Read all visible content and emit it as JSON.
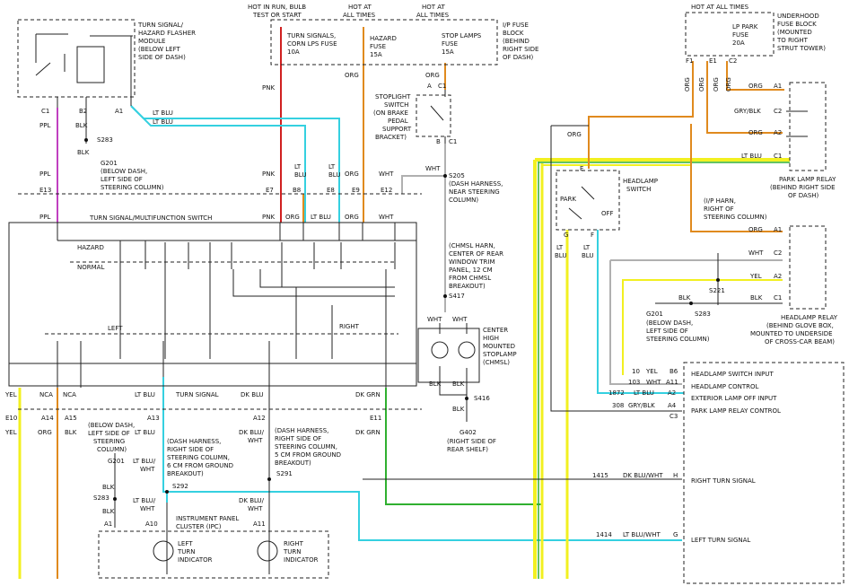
{
  "colors": {
    "ppl": "#c040c0",
    "pnk": "#d02020",
    "org": "#e08a1e",
    "ltblu": "#35d0e0",
    "yel": "#f2f020",
    "grn": "#30b030",
    "gry": "#b0b0b0",
    "wire": "#222222"
  },
  "flasher": {
    "title": [
      "TURN SIGNAL/",
      "HAZARD FLASHER",
      "MODULE",
      "(BELOW LEFT",
      "SIDE OF DASH)"
    ],
    "pins": [
      "C1",
      "B2",
      "A1"
    ]
  },
  "top_headers": [
    "HOT IN RUN, BULB",
    "TEST OR START",
    "HOT AT",
    "ALL TIMES",
    "HOT AT",
    "ALL TIMES"
  ],
  "ip_fuse": {
    "title": [
      "I/P FUSE",
      "BLOCK",
      "(BEHIND",
      "RIGHT SIDE",
      "OF DASH)"
    ],
    "fuses": [
      [
        "TURN SIGNALS,",
        "CORN LPS FUSE",
        "10A"
      ],
      [
        "HAZARD",
        "FUSE",
        "15A"
      ],
      [
        "STOP LAMPS",
        "FUSE",
        "15A"
      ]
    ]
  },
  "stoplight_switch": {
    "title": [
      "STOPLIGHT",
      "SWITCH",
      "(ON BRAKE",
      "PEDAL",
      "SUPPORT",
      "BRACKET)"
    ],
    "pins": [
      "A",
      "C1",
      "B",
      "C1"
    ]
  },
  "underhood": {
    "header": "HOT AT ALL TIMES",
    "title": [
      "UNDERHOOD",
      "FUSE BLOCK",
      "(MOUNTED",
      "TO RIGHT",
      "STRUT TOWER)"
    ],
    "fuse": [
      "LP PARK",
      "FUSE",
      "20A"
    ],
    "pins": [
      "F1",
      "E1",
      "C2"
    ]
  },
  "wire_labels": {
    "ppl": "PPL",
    "blk": "BLK",
    "ltblu": "LT BLU",
    "ltblu2": [
      "LT",
      "BLU"
    ],
    "pnk": "PNK",
    "org": "ORG",
    "wht": "WHT",
    "yel": "YEL",
    "nca": "NCA",
    "dkblu": "DK BLU",
    "dkgrn": "DK GRN",
    "grybl": "GRY/BLK",
    "ltbluwht": [
      "LT BLU/",
      "WHT"
    ],
    "dkbluwht": [
      "DK BLU/",
      "WHT"
    ]
  },
  "splices": {
    "s283": "S283",
    "s205": "S205",
    "s417": "S417",
    "s416": "S416",
    "s221": "S221",
    "s292": "S292",
    "s291": "S291"
  },
  "grounds": {
    "g201": "G201",
    "g201_note": [
      "(BELOW DASH,",
      "LEFT SIDE OF",
      "STEERING COLUMN)"
    ],
    "g402": "G402",
    "g402_note": [
      "(RIGHT SIDE OF",
      "REAR SHELF)"
    ]
  },
  "s205_note": [
    "(DASH HARNESS,",
    "NEAR STEERING",
    "COLUMN)"
  ],
  "s417_note": [
    "(CHMSL HARN,",
    "CENTER OF REAR",
    "WINDOW TRIM",
    "PANEL, 12 CM",
    "FROM CHMSL",
    "BREAKOUT)"
  ],
  "chmsl": [
    "CENTER",
    "HIGH",
    "MOUNTED",
    "STOPLAMP",
    "(CHMSL)"
  ],
  "connectors_top": [
    "E13",
    "E7",
    "B8",
    "E8",
    "E9",
    "E12"
  ],
  "multifunction": {
    "title": "TURN SIGNAL/MULTIFUNCTION SWITCH",
    "hazard": "HAZARD",
    "normal": "NORMAL",
    "left": "LEFT",
    "right": "RIGHT",
    "turn_signal": "TURN SIGNAL"
  },
  "connectors_bottom": [
    "E10",
    "A14",
    "A15",
    "A13",
    "A12",
    "E11"
  ],
  "bottom_notes": {
    "below_dash": [
      "(BELOW DASH,",
      "LEFT SIDE OF",
      "STEERING",
      "COLUMN)"
    ],
    "s292_note": [
      "(DASH HARNESS,",
      "RIGHT SIDE OF",
      "STEERING COLUMN,",
      "6 CM FROM GROUND",
      "BREAKOUT)"
    ],
    "s291_note": [
      "(DASH HARNESS,",
      "RIGHT SIDE OF",
      "STEERING COLUMN,",
      "5 CM FROM GROUND",
      "BREAKOUT)"
    ]
  },
  "ipc": {
    "title": "INSTRUMENT PANEL",
    "title2": "CLUSTER (IPC)",
    "pins": [
      "A1",
      "A10",
      "A11"
    ],
    "left": [
      "LEFT",
      "TURN",
      "INDICATOR"
    ],
    "right": [
      "RIGHT",
      "TURN",
      "INDICATOR"
    ]
  },
  "park_relay": {
    "pins": [
      "A1",
      "C2",
      "A2",
      "C1"
    ],
    "title": [
      "PARK LAMP RELAY",
      "(BEHIND RIGHT SIDE",
      "OF DASH)"
    ]
  },
  "headlamp_switch": {
    "title": [
      "HEADLAMP",
      "SWITCH"
    ],
    "park": "PARK",
    "off": "OFF",
    "pins": [
      "E",
      "G",
      "F"
    ]
  },
  "ip_harn_note": [
    "(I/P HARN,",
    "RIGHT OF",
    "STEERING COLUMN)"
  ],
  "headlamp_relay": {
    "pins": [
      "A1",
      "C2",
      "A2",
      "C1"
    ],
    "title": [
      "HEADLAMP RELAY",
      "(BEHIND GLOVE BOX,",
      "MOUNTED TO UNDERSIDE",
      "OF CROSS-CAR BEAM)"
    ]
  },
  "bcm_table": {
    "rows": [
      {
        "num": "10",
        "color": "YEL",
        "pin": "B6",
        "label": "HEADLAMP SWITCH INPUT"
      },
      {
        "num": "103",
        "color": "WHT",
        "pin": "A11",
        "label": "HEADLAMP CONTROL"
      },
      {
        "num": "1872",
        "color": "LT BLU",
        "pin": "A2",
        "label": "EXTERIOR LAMP OFF INPUT"
      },
      {
        "num": "308",
        "color": "GRY/BLK",
        "pin": "A4",
        "label": "PARK LAMP RELAY CONTROL"
      }
    ],
    "connector": "C3"
  },
  "turn_outputs": [
    {
      "num": "1415",
      "color": "DK BLU/WHT",
      "pin": "H",
      "label": "RIGHT TURN SIGNAL"
    },
    {
      "num": "1414",
      "color": "LT BLU/WHT",
      "pin": "G",
      "label": "LEFT TURN SIGNAL"
    }
  ]
}
